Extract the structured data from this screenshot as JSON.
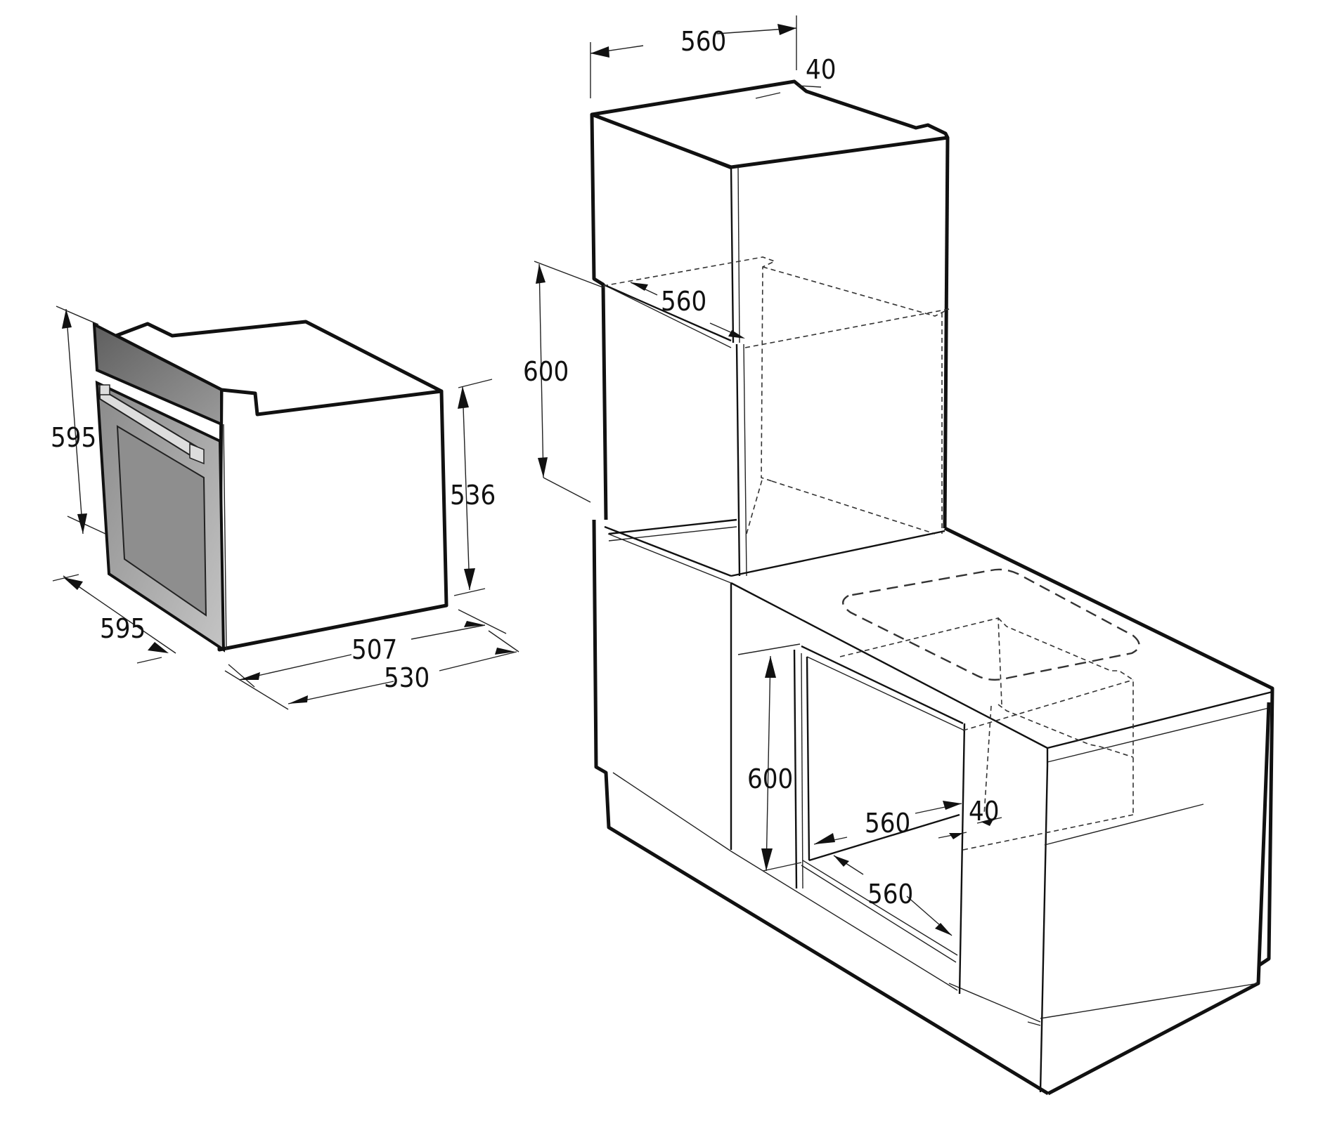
{
  "diagram": {
    "type": "technical-installation-drawing",
    "subject": "Built-in oven dimensions and niche installation",
    "colors": {
      "line": "#111111",
      "oven_front_dark": "#6e6e6e",
      "oven_front_light": "#b5b5b5",
      "background": "#ffffff"
    }
  },
  "oven": {
    "height_total": "595",
    "width_front": "595",
    "body_height": "536",
    "body_depth": "507",
    "total_depth": "530"
  },
  "tall_cabinet": {
    "top_width": "560",
    "top_gap": "40",
    "niche_height": "600",
    "niche_depth": "560"
  },
  "under_counter": {
    "niche_height": "600",
    "niche_width": "560",
    "rear_gap": "40",
    "niche_depth": "560"
  }
}
